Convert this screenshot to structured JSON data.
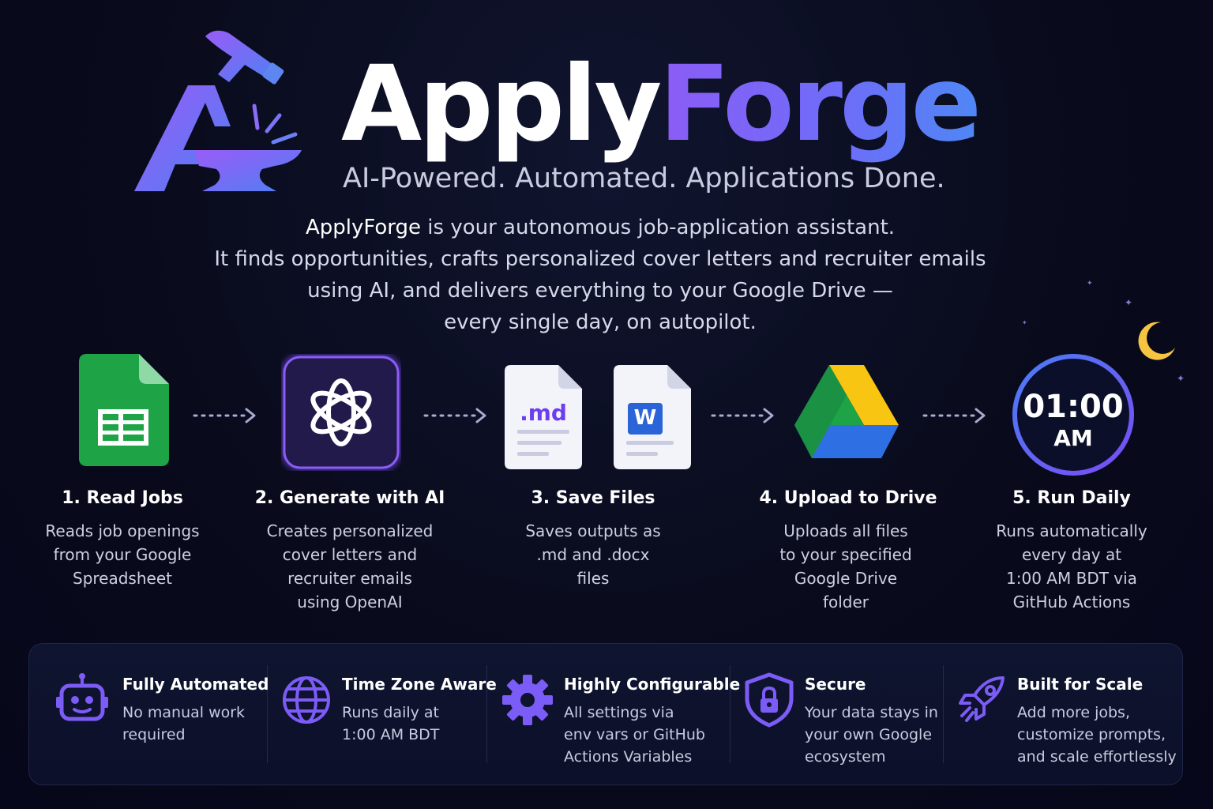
{
  "brand": {
    "name_part1": "Apply",
    "name_part2": "Forge",
    "tagline": "AI-Powered. Automated. Applications Done.",
    "logo_icon": "anvil-hammer-logo-icon"
  },
  "description": {
    "highlight": "ApplyForge",
    "line1_rest": " is your autonomous job-application assistant.",
    "line2": "It finds opportunities, crafts personalized cover letters and recruiter emails",
    "line3": "using AI, and delivers everything to your Google Drive —",
    "line4": "every single day, on autopilot."
  },
  "steps": [
    {
      "icon": "google-sheets-icon",
      "title": "1. Read Jobs",
      "desc": [
        "Reads job openings",
        "from your Google",
        "Spreadsheet"
      ]
    },
    {
      "icon": "openai-icon",
      "title": "2. Generate with AI",
      "desc": [
        "Creates personalized",
        "cover letters and",
        "recruiter emails",
        "using OpenAI"
      ]
    },
    {
      "icon": "file-icons",
      "title": "3. Save Files",
      "desc": [
        "Saves outputs as",
        ".md and .docx",
        "files"
      ],
      "file_md_label": ".md",
      "file_word_label": "W"
    },
    {
      "icon": "google-drive-icon",
      "title": "4. Upload to Drive",
      "desc": [
        "Uploads all files",
        "to your specified",
        "Google Drive",
        "folder"
      ]
    },
    {
      "icon": "clock-icon",
      "title": "5. Run Daily",
      "desc": [
        "Runs automatically",
        "every day at",
        "1:00 AM BDT via",
        "GitHub Actions"
      ],
      "clock_time": "01:00",
      "clock_period": "AM"
    }
  ],
  "features": [
    {
      "icon": "robot-icon",
      "title": "Fully Automated",
      "desc": [
        "No manual work",
        "required"
      ]
    },
    {
      "icon": "globe-icon",
      "title": "Time Zone Aware",
      "desc": [
        "Runs daily at",
        "1:00 AM BDT"
      ]
    },
    {
      "icon": "gear-icon",
      "title": "Highly Configurable",
      "desc": [
        "All settings via",
        "env vars or GitHub",
        "Actions Variables"
      ]
    },
    {
      "icon": "shield-lock-icon",
      "title": "Secure",
      "desc": [
        "Your data stays in",
        "your own Google",
        "ecosystem"
      ]
    },
    {
      "icon": "rocket-icon",
      "title": "Built for Scale",
      "desc": [
        "Add more jobs,",
        "customize prompts,",
        "and scale effortlessly"
      ]
    }
  ],
  "colors": {
    "background": "#090b1c",
    "accent_purple": "#8b5cf6",
    "accent_blue": "#4f87f5",
    "moon": "#f5c542"
  }
}
